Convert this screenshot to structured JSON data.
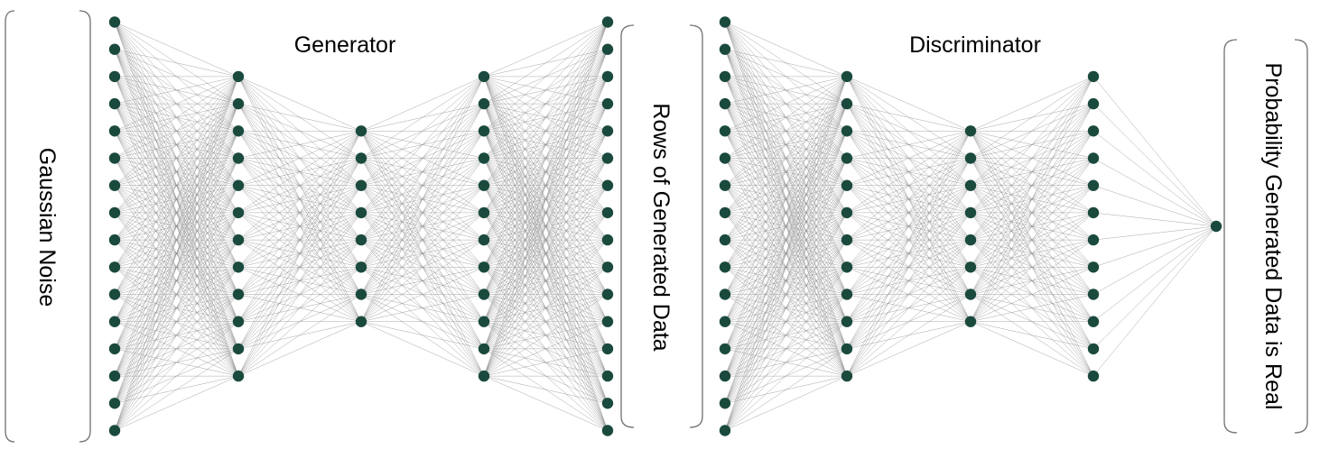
{
  "colors": {
    "node": "#1a4a3d",
    "edge": "#8a8a8a",
    "bracket": "#6f6f6f",
    "text": "#000000"
  },
  "generator": {
    "title": "Generator",
    "input_label": "Gaussian Noise",
    "output_label": "Rows of Generated Data",
    "layer_sizes": [
      16,
      12,
      8,
      12,
      16
    ]
  },
  "discriminator": {
    "title": "Discriminator",
    "output_label": "Probability Generated Data is Real",
    "layer_sizes": [
      16,
      12,
      8,
      12,
      1
    ]
  }
}
